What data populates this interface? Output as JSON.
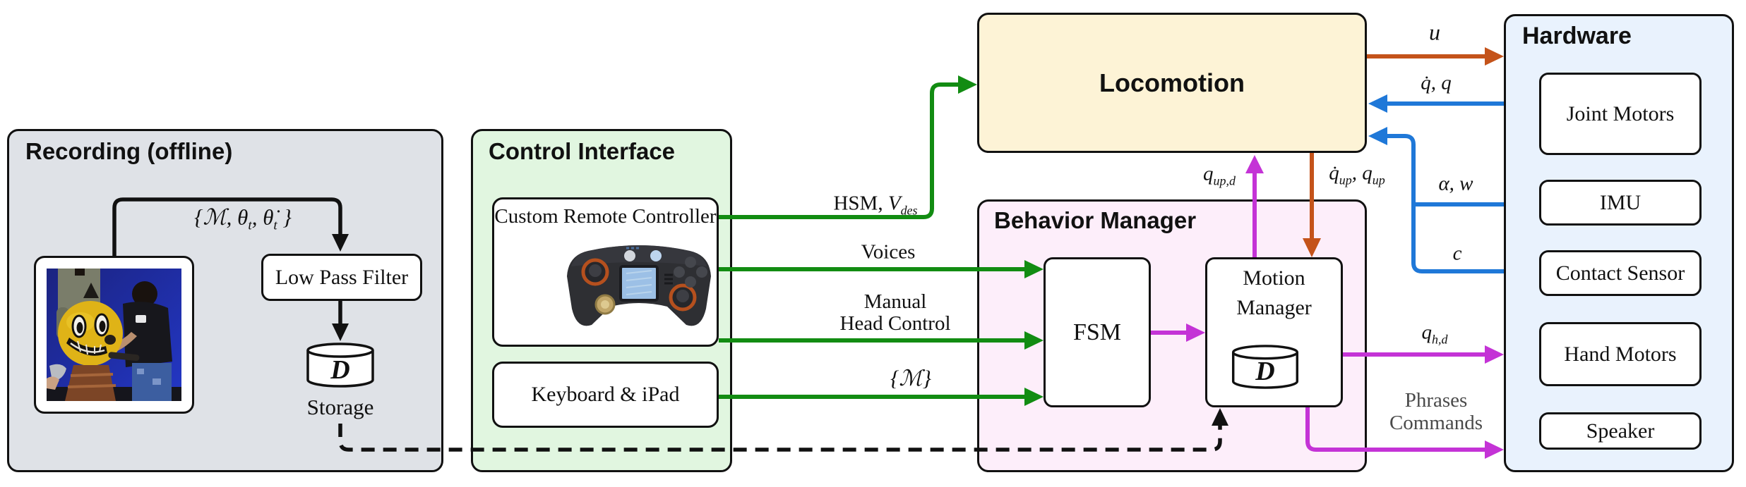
{
  "colors": {
    "recording_bg": "#dfe2e7",
    "control_bg": "#e1f6e0",
    "locomotion_bg": "#fdf3d6",
    "behavior_bg": "#fdeefa",
    "hardware_bg": "#e9f2fd",
    "arrow_green": "#128c12",
    "arrow_magenta": "#c433d6",
    "arrow_orange": "#c4531a",
    "arrow_blue": "#1f78d8",
    "arrow_black": "#111111"
  },
  "recording": {
    "title": "Recording (offline)",
    "signal": {
      "p1": "{ℳ, θ",
      "s1": "t",
      "p2": ", θ̇",
      "s2": "t",
      "p3": " }"
    },
    "low_pass_filter": "Low Pass Filter",
    "db_letter": "D",
    "storage_label": "Storage"
  },
  "control_interface": {
    "title": "Control Interface",
    "remote_label": "Custom Remote Controller",
    "keyboard_label": "Keyboard & iPad"
  },
  "locomotion": {
    "title": "Locomotion"
  },
  "behavior_manager": {
    "title": "Behavior Manager",
    "fsm": "FSM",
    "motion_manager_line1": "Motion",
    "motion_manager_line2": "Manager",
    "db_letter": "D"
  },
  "hardware": {
    "title": "Hardware",
    "items": [
      {
        "label": "Joint Motors"
      },
      {
        "label": "IMU"
      },
      {
        "label": "Contact Sensor"
      },
      {
        "label": "Hand Motors"
      },
      {
        "label": "Speaker"
      }
    ]
  },
  "signals": {
    "hsm_vdes": {
      "pre": "HSM, ",
      "base": "V",
      "sub": "des"
    },
    "voices": "Voices",
    "manual_line1": "Manual",
    "manual_line2": "Head Control",
    "set_m": "{ℳ}",
    "q_up_d": {
      "base": "q",
      "sub": "up,d"
    },
    "qdot_up_q_up": {
      "p1": "q̇",
      "s1": "up",
      "p2": ", q",
      "s2": "up"
    },
    "u": "u",
    "qdot_q": "q̇, q",
    "alpha_w": "α, w",
    "c": "c",
    "q_h_d": {
      "base": "q",
      "sub": "h,d"
    },
    "phrases_line1": "Phrases",
    "phrases_line2": "Commands"
  }
}
